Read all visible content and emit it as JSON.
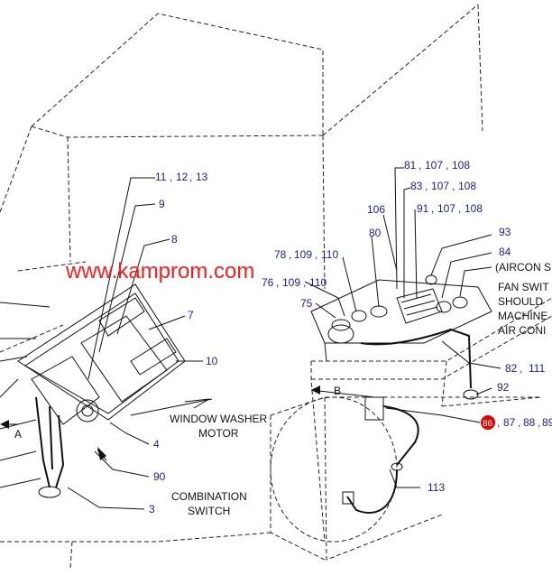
{
  "watermark": "www.kamprom.com",
  "captions": {
    "window_washer_motor": [
      "WINDOW WASHER",
      "MOTOR"
    ],
    "combination_switch": [
      "COMBINATION",
      "SWITCH"
    ],
    "letter_a": "A",
    "letter_b": "B"
  },
  "notes": {
    "aircon": "(AIRCON S",
    "fan_lines": [
      "FAN SWIT",
      "SHOULD",
      "MACHINE",
      "AIR CONI"
    ]
  },
  "callouts": {
    "c11": "11",
    "c12": "12",
    "c13": "13",
    "c9": "9",
    "c8": "8",
    "c7": "7",
    "c10": "10",
    "c4": "4",
    "c90": "90",
    "c3": "3",
    "c81": "81",
    "c107a": "107",
    "c108a": "108",
    "c83": "83",
    "c107b": "107",
    "c108b": "108",
    "c106": "106",
    "c91": "91",
    "c107c": "107",
    "c108c": "108",
    "c80": "80",
    "c93": "93",
    "c84": "84",
    "c78": "78",
    "c109a": "109",
    "c110a": "110",
    "c76": "76",
    "c109b": "109",
    "c110b": "110",
    "c75": "75",
    "c82": "82",
    "c111": "111",
    "c92": "92",
    "c86": "86",
    "c87": "87",
    "c88": "88",
    "c89": "89",
    "c113": "113"
  },
  "colors": {
    "callout": "#1a1aa6",
    "watermark": "#ff1a1a",
    "highlight_dot": "#e00000",
    "line": "#111111"
  }
}
